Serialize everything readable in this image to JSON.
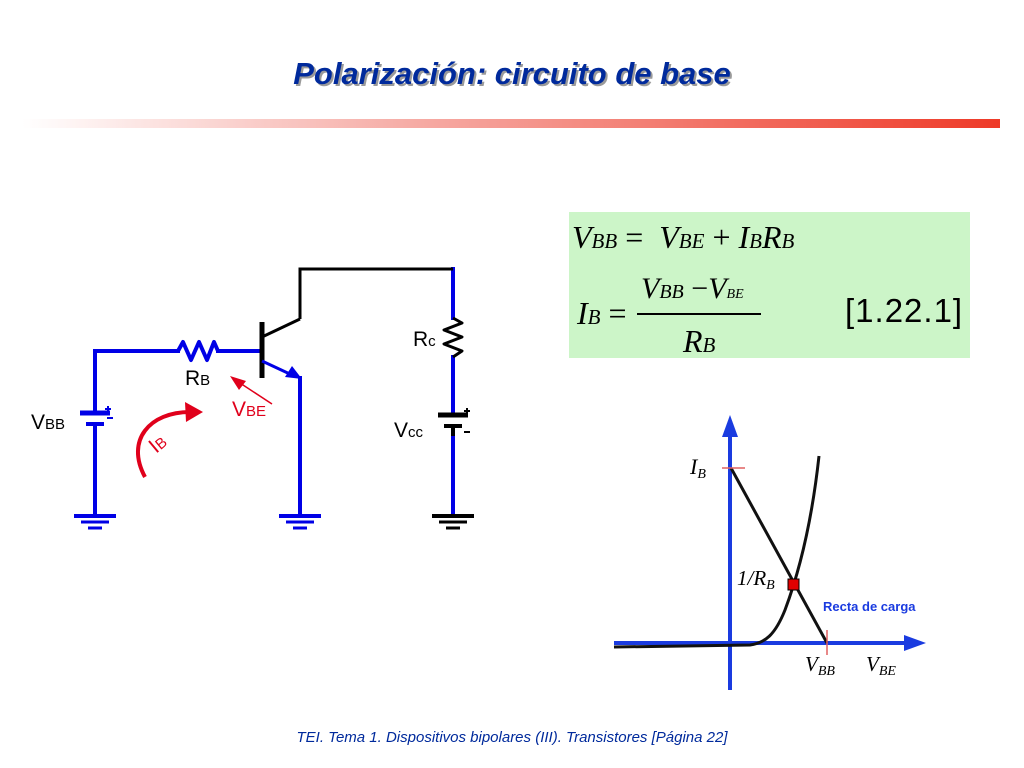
{
  "slide": {
    "title": "Polarización: circuito de base",
    "footer": "TEI. Tema 1. Dispositivos bipolares (III). Transistores [Página 22]"
  },
  "circuit": {
    "labels": {
      "vbb": "V",
      "vbb_sub": "BB",
      "rb": "R",
      "rb_sub": "B",
      "vbe": "V",
      "vbe_sub": "BE",
      "ib": "I",
      "ib_sub": "B",
      "rc": "R",
      "rc_sub": "c",
      "vcc": "V",
      "vcc_sub": "cc"
    },
    "colors": {
      "wire": "#0000e6",
      "annotation": "#e0001b",
      "wire_dark": "#000000"
    }
  },
  "equations": {
    "eq1": {
      "lhs": "V",
      "lhs_sub": "BB",
      "op": "=",
      "t1": "V",
      "t1_sub": "BE",
      "plus": "+",
      "t2": "I",
      "t2_sub": "B",
      "t3": "R",
      "t3_sub": "B"
    },
    "eq2": {
      "lhs": "I",
      "lhs_sub": "B",
      "op": "=",
      "num_a": "V",
      "num_a_sub": "BB",
      "minus": "−",
      "num_b": "V",
      "num_b_sub": "BE",
      "den": "R",
      "den_sub": "B"
    },
    "reference": "[1.22.1]",
    "background": "#ccf5c8"
  },
  "graph": {
    "y_axis_label": "I",
    "y_axis_sub": "B",
    "x_axis_label": "V",
    "x_axis_sub": "BE",
    "intercept_label": "V",
    "intercept_sub": "BB",
    "slope_label": "1/R",
    "slope_sub": "B",
    "load_line_label": "Recta de carga",
    "operating_point_color": "#e00000",
    "axis_color": "#1a3be0"
  }
}
